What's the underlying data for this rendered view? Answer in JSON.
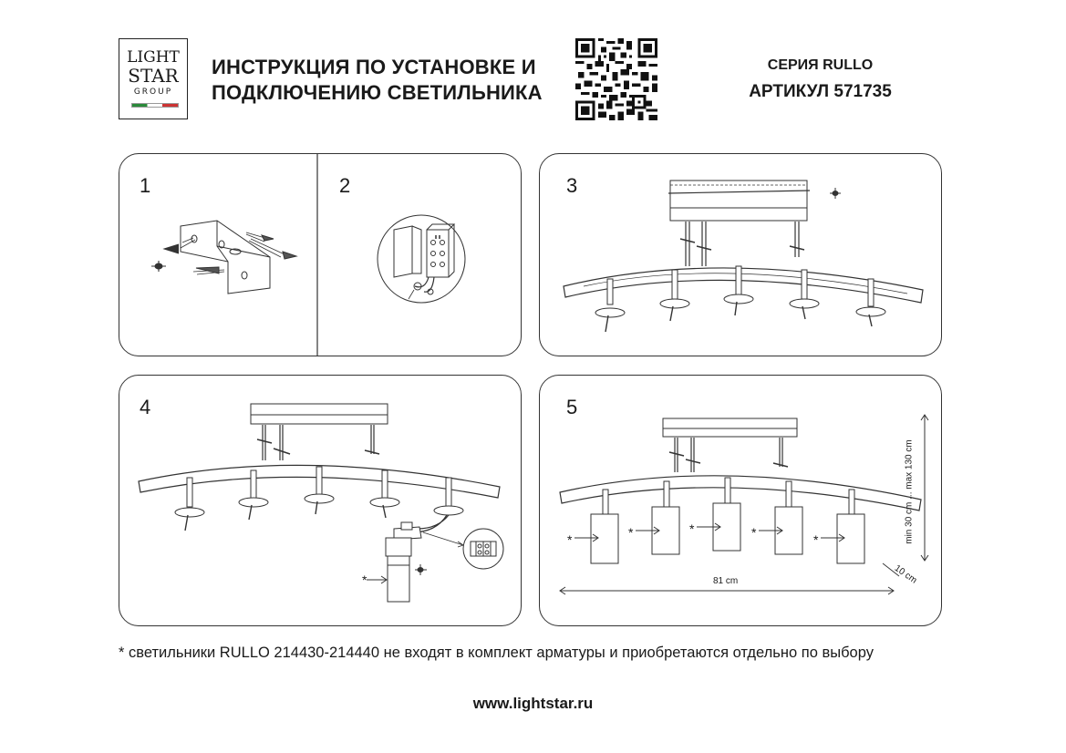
{
  "logo": {
    "line1": "LIGHT",
    "line2": "STAR",
    "line3": "GROUP"
  },
  "header": {
    "title_line1": "ИНСТРУКЦИЯ ПО УСТАНОВКЕ И",
    "title_line2": "ПОДКЛЮЧЕНИЮ СВЕТИЛЬНИКА",
    "series": "СЕРИЯ RULLO",
    "article": "АРТИКУЛ 571735"
  },
  "steps": [
    "1",
    "2",
    "3",
    "4",
    "5"
  ],
  "step4": {
    "asterisk": "*"
  },
  "step5": {
    "asterisk": "*",
    "width_label": "81 cm",
    "height_label": "min 30 cm ... max 130 cm",
    "depth_label": "10 cm"
  },
  "footnote": "* светильники RULLO 214430-214440 не входят в комплект арматуры и приобретаются отдельно по выбору",
  "website": "www.lightstar.ru"
}
